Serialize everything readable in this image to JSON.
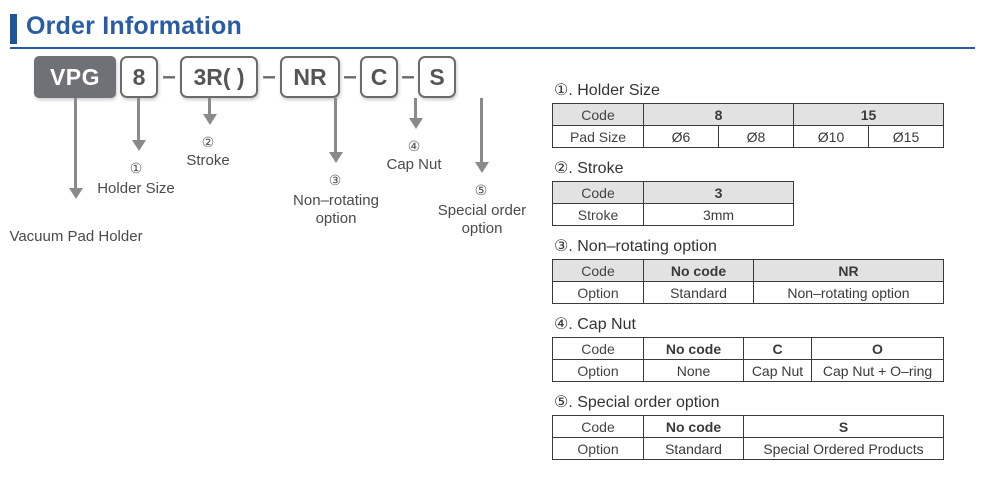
{
  "header": {
    "title": "Order Information",
    "accent_color": "#2a5ca4",
    "bar_color": "#1f5699"
  },
  "code_diagram": {
    "prefix_color": "#6f7176",
    "box_border_color": "#6b6b6b",
    "segments": [
      {
        "id": "prefix",
        "text": "VPG",
        "number": "",
        "label": "Vacuum Pad Holder"
      },
      {
        "id": "holder-size",
        "text": "8",
        "number": "①",
        "label": "Holder Size"
      },
      {
        "id": "stroke",
        "text": "3R( )",
        "number": "②",
        "label": "Stroke"
      },
      {
        "id": "non-rotating",
        "text": "NR",
        "number": "③",
        "label": "Non‒rotating\noption"
      },
      {
        "id": "cap-nut",
        "text": "C",
        "number": "④",
        "label": "Cap Nut"
      },
      {
        "id": "special-order",
        "text": "S",
        "number": "⑤",
        "label": "Special order\noption"
      }
    ],
    "separator": "–"
  },
  "tables": [
    {
      "id": "holder-size",
      "caption": "①. Holder Size",
      "head_shaded": true,
      "rows": [
        {
          "label": "Code",
          "bold": true,
          "cells": [
            "8",
            "15"
          ]
        },
        {
          "label": "Pad Size",
          "bold": false,
          "cells": [
            "Ø6",
            "Ø8",
            "Ø10",
            "Ø15"
          ]
        }
      ]
    },
    {
      "id": "stroke",
      "caption": "②. Stroke",
      "head_shaded": true,
      "rows": [
        {
          "label": "Code",
          "bold": true,
          "cells": [
            "3"
          ]
        },
        {
          "label": "Stroke",
          "bold": false,
          "cells": [
            "3mm"
          ]
        }
      ]
    },
    {
      "id": "non-rotating-option",
      "caption": "③. Non‒rotating option",
      "head_shaded": true,
      "rows": [
        {
          "label": "Code",
          "bold": true,
          "cells": [
            "No code",
            "NR"
          ]
        },
        {
          "label": "Option",
          "bold": false,
          "cells": [
            "Standard",
            "Non‒rotating option"
          ]
        }
      ]
    },
    {
      "id": "cap-nut",
      "caption": "④. Cap Nut",
      "head_shaded": false,
      "rows": [
        {
          "label": "Code",
          "bold": true,
          "cells": [
            "No code",
            "C",
            "O"
          ]
        },
        {
          "label": "Option",
          "bold": false,
          "cells": [
            "None",
            "Cap Nut",
            "Cap Nut + O‒ring"
          ]
        }
      ]
    },
    {
      "id": "special-order-option",
      "caption": "⑤. Special order option",
      "head_shaded": false,
      "rows": [
        {
          "label": "Code",
          "bold": true,
          "cells": [
            "No code",
            "S"
          ]
        },
        {
          "label": "Option",
          "bold": false,
          "cells": [
            "Standard",
            "Special Ordered Products"
          ]
        }
      ]
    }
  ]
}
